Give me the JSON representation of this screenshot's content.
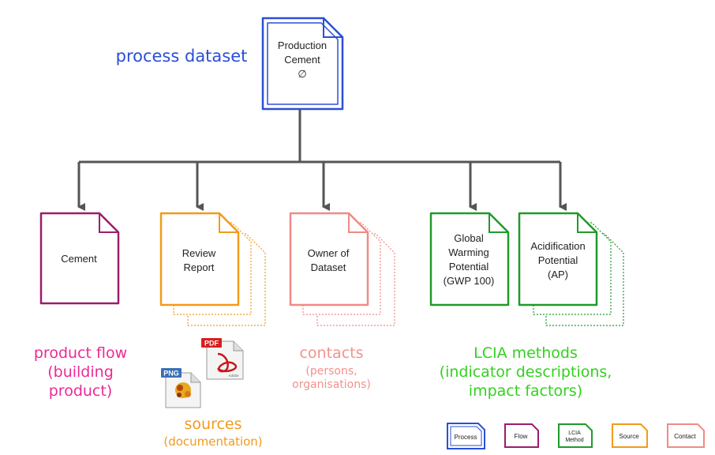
{
  "colors": {
    "process": "#2b4fd6",
    "flow": "#9b1d6b",
    "source": "#f29a1c",
    "contact": "#ee8b86",
    "lcia": "#1f9a2a",
    "arrow": "#555555",
    "label_process": "#2b4fd6",
    "label_flow": "#ec2a95",
    "label_source": "#f29a1c",
    "label_contact": "#f2928c",
    "label_lcia": "#33d11f"
  },
  "process": {
    "title": "process dataset",
    "doc_lines": [
      "Production",
      "Cement",
      "∅"
    ]
  },
  "documents": {
    "flow": [
      "Cement"
    ],
    "source": [
      "Review",
      "Report"
    ],
    "contact": [
      "Owner of",
      "Dataset"
    ],
    "lcia_gwp": [
      "Global",
      "Warming",
      "Potential",
      "(GWP 100)"
    ],
    "lcia_ap": [
      "Acidification",
      "Potential",
      "(AP)"
    ]
  },
  "labels": {
    "flow": [
      "product flow",
      "(building",
      "product)"
    ],
    "source_main": "sources",
    "source_sub": "(documentation)",
    "contact_main": "contacts",
    "contact_sub": [
      "(persons,",
      "organisations)"
    ],
    "lcia": [
      "LCIA methods",
      "(indicator descriptions,",
      "impact factors)"
    ]
  },
  "file_icons": {
    "pdf_tag": "PDF",
    "pdf_sub": "Adobe",
    "png_tag": "PNG"
  },
  "legend": {
    "process": "Process",
    "flow": "Flow",
    "lcia": [
      "LCIA",
      "Method"
    ],
    "source": "Source",
    "contact": "Contact"
  }
}
